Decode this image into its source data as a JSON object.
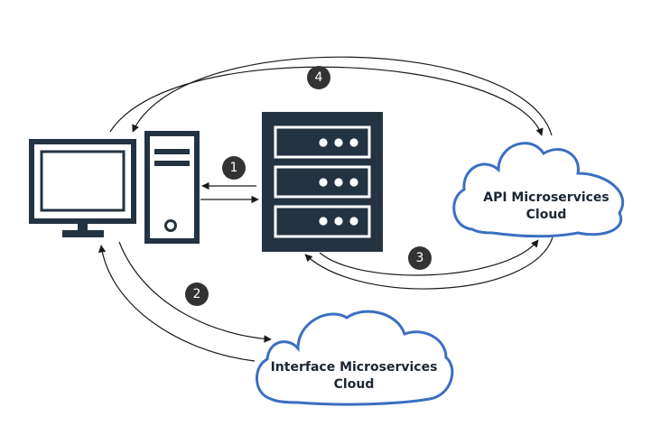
{
  "colors": {
    "dark_navy": "#243342",
    "cloud_outline": "#3b6fc0",
    "badge_fill": "#333333",
    "arrow_stroke": "#1a1a1a"
  },
  "icons": {
    "computer": "desktop-computer-icon",
    "server": "server-rack-icon",
    "cloud": "cloud-icon"
  },
  "steps": [
    "1",
    "2",
    "3",
    "4"
  ],
  "clouds": {
    "api": {
      "line1": "API Microservices",
      "line2": "Cloud"
    },
    "interface": {
      "line1": "Interface Microservices",
      "line2": "Cloud"
    }
  }
}
